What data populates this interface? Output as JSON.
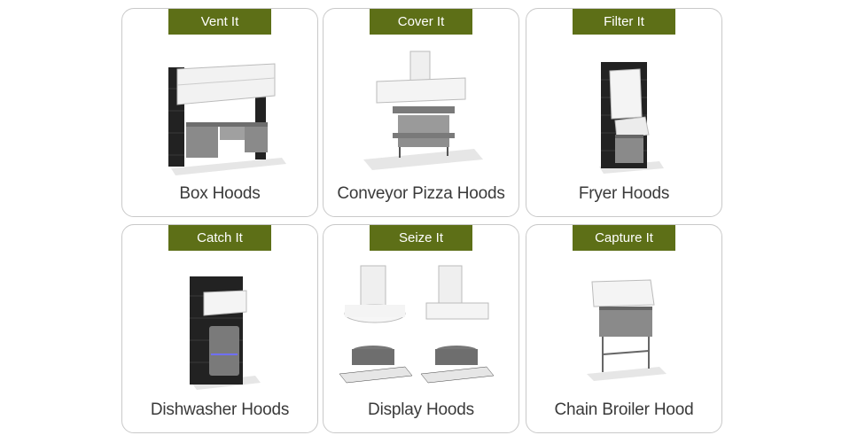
{
  "cards": [
    {
      "tag": "Vent It",
      "title": "Box Hoods",
      "illustration": "box-hood-illustration"
    },
    {
      "tag": "Cover It",
      "title": "Conveyor Pizza Hoods",
      "illustration": "conveyor-pizza-hood-illustration"
    },
    {
      "tag": "Filter It",
      "title": "Fryer Hoods",
      "illustration": "fryer-hood-illustration"
    },
    {
      "tag": "Catch It",
      "title": "Dishwasher Hoods",
      "illustration": "dishwasher-hood-illustration"
    },
    {
      "tag": "Seize It",
      "title": "Display Hoods",
      "illustration": "display-hood-illustration"
    },
    {
      "tag": "Capture It",
      "title": "Chain Broiler Hood",
      "illustration": "chain-broiler-hood-illustration"
    }
  ],
  "colors": {
    "tag_bg": "#5d6f17",
    "tag_text": "#ffffff",
    "title_text": "#3a3a3a",
    "card_border": "#c9c9c9"
  }
}
